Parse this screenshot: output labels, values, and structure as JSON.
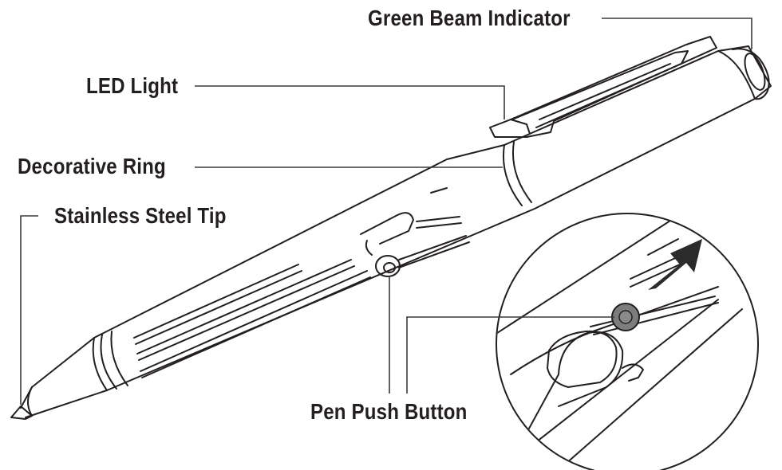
{
  "labels": {
    "green_beam_indicator": "Green Beam Indicator",
    "led_light": "LED Light",
    "decorative_ring": "Decorative Ring",
    "stainless_steel_tip": "Stainless Steel Tip",
    "pen_push_button": "Pen Push Button"
  },
  "colors": {
    "line": "#231f20",
    "leader": "#3a3a3a",
    "button_fill": "#7d7d7d",
    "arrow_fill": "#2b2b2b"
  }
}
